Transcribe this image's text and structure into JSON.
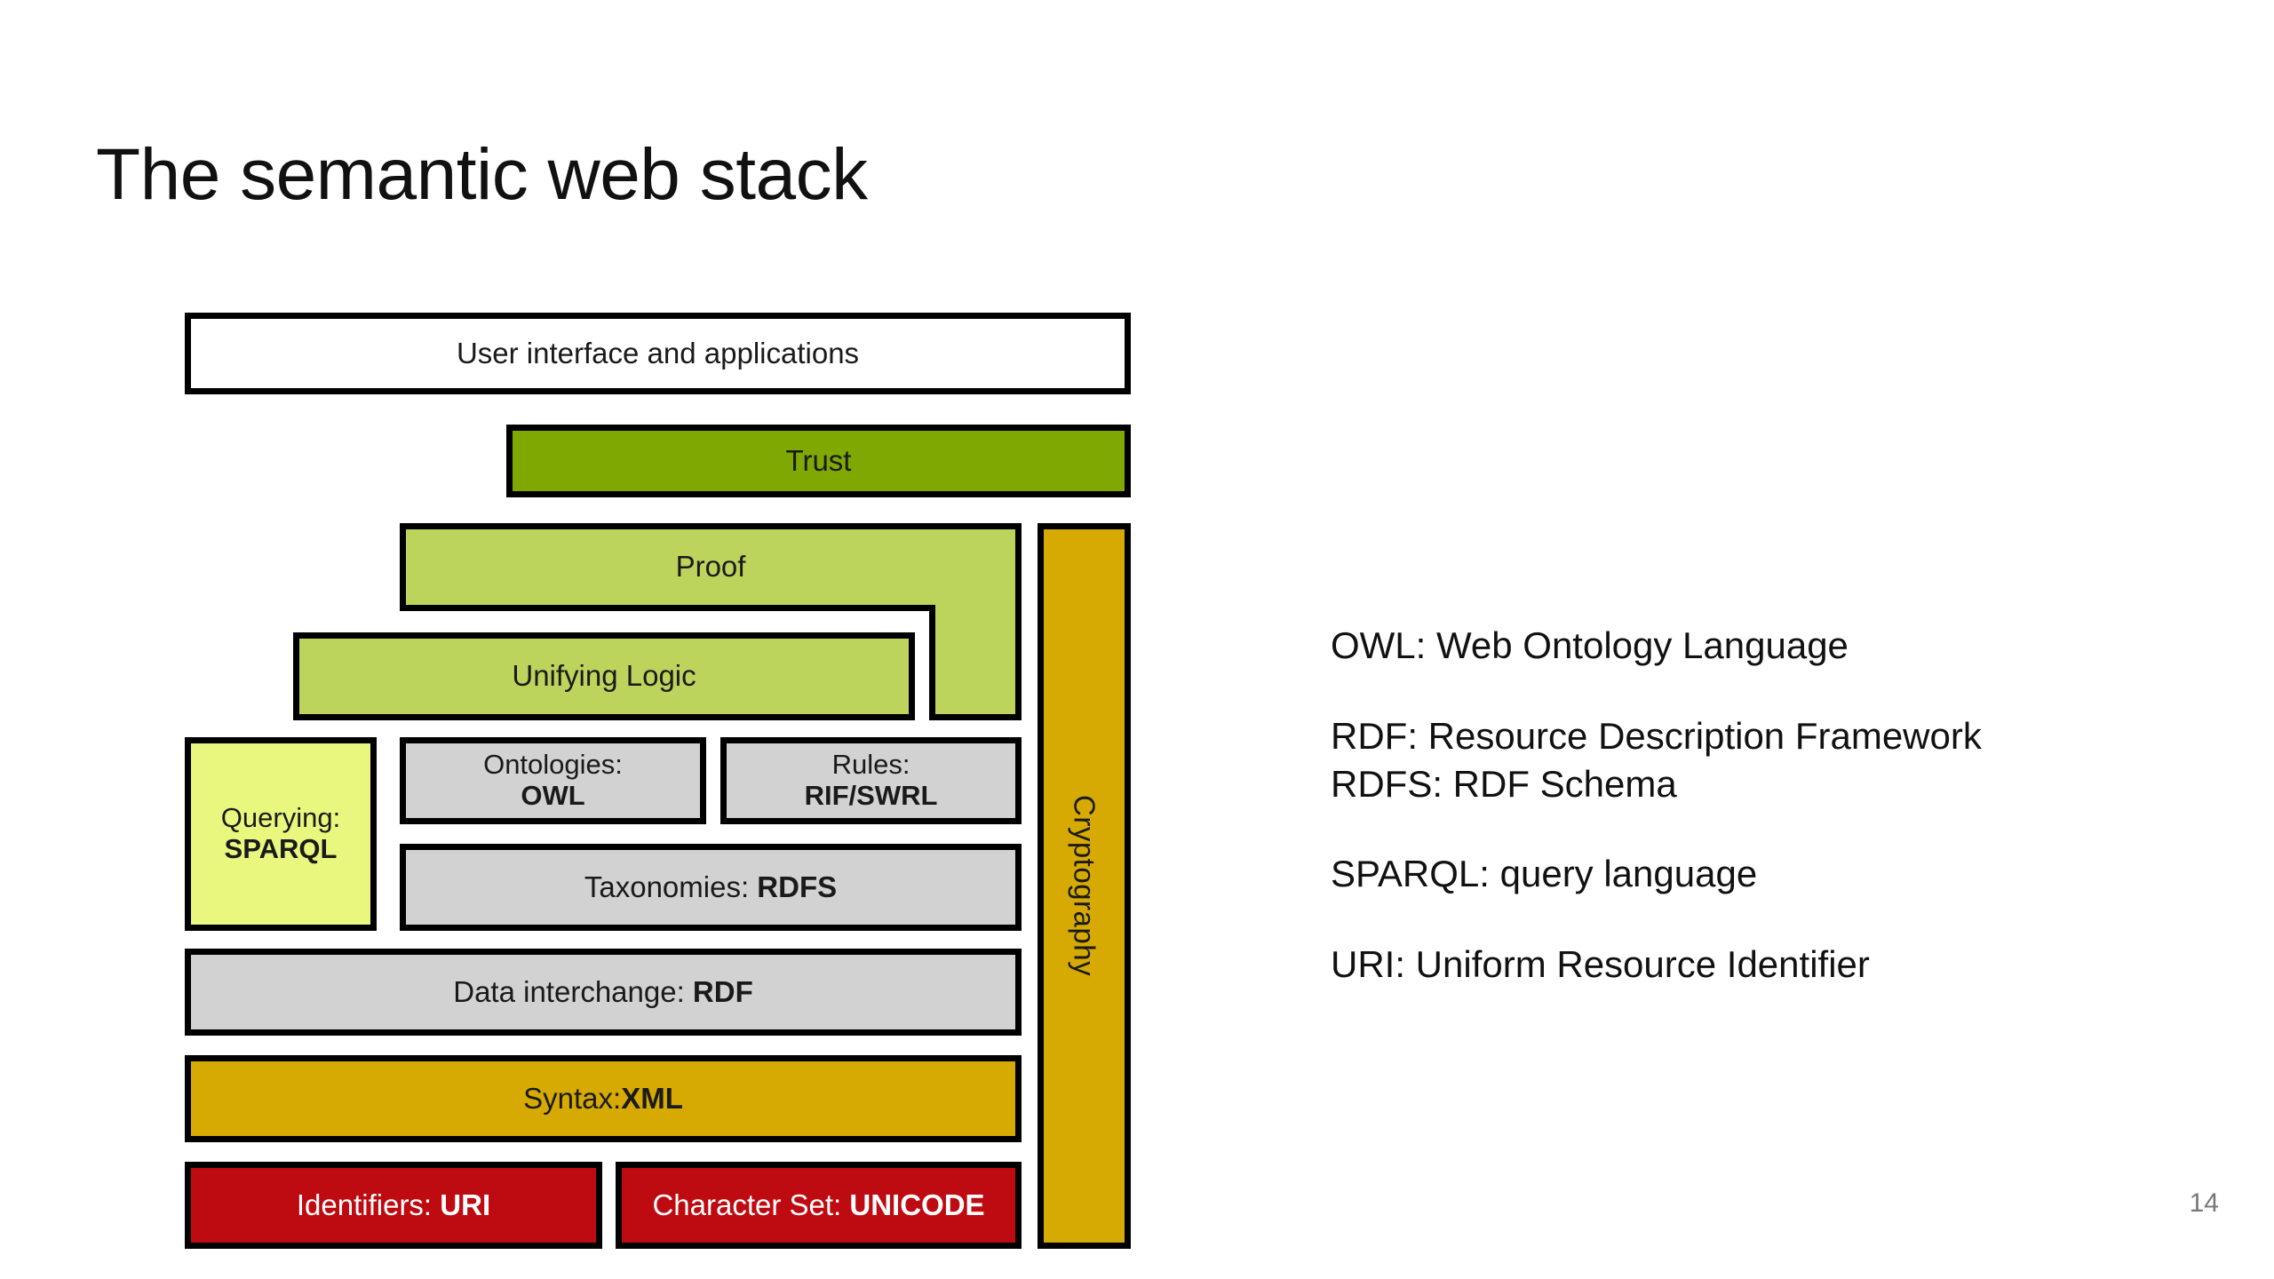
{
  "slide": {
    "title": "The semantic web stack",
    "page_number": "14"
  },
  "colors": {
    "green_dark": "#7FA802",
    "green_mid": "#BDD45C",
    "green_lite": "#EAF77E",
    "gray": "#D2D2D2",
    "gold": "#D6AA02",
    "red": "#BE0A11",
    "white": "#FFFFFF",
    "outline": "#000000",
    "page_number": "#777777"
  },
  "diagram": {
    "name": "semantic-web-stack",
    "layers": {
      "user_interface": "User interface and applications",
      "trust": "Trust",
      "proof": "Proof",
      "unifying_logic": "Unifying Logic",
      "querying": "Querying:\nSPARQL",
      "querying_plain": "Querying:",
      "querying_bold": "SPARQL",
      "ontologies_plain": "Ontologies:",
      "ontologies_bold": "OWL",
      "rules_plain": "Rules:",
      "rules_bold": "RIF/SWRL",
      "taxonomies_plain": "Taxonomies: ",
      "taxonomies_bold": "RDFS",
      "data_interchange_plain": "Data interchange: ",
      "data_interchange_bold": "RDF",
      "syntax_plain": "Syntax:",
      "syntax_bold": "XML",
      "identifiers_plain": "Identifiers: ",
      "identifiers_bold": "URI",
      "charset_plain": "Character Set: ",
      "charset_bold": "UNICODE",
      "cryptography": "Cryptography"
    }
  },
  "glossary": {
    "groups": [
      {
        "lines": [
          "OWL: Web Ontology Language"
        ]
      },
      {
        "lines": [
          "RDF: Resource Description Framework",
          "RDFS: RDF Schema"
        ]
      },
      {
        "lines": [
          "SPARQL: query language"
        ]
      },
      {
        "lines": [
          "URI: Uniform Resource Identifier"
        ]
      }
    ]
  }
}
